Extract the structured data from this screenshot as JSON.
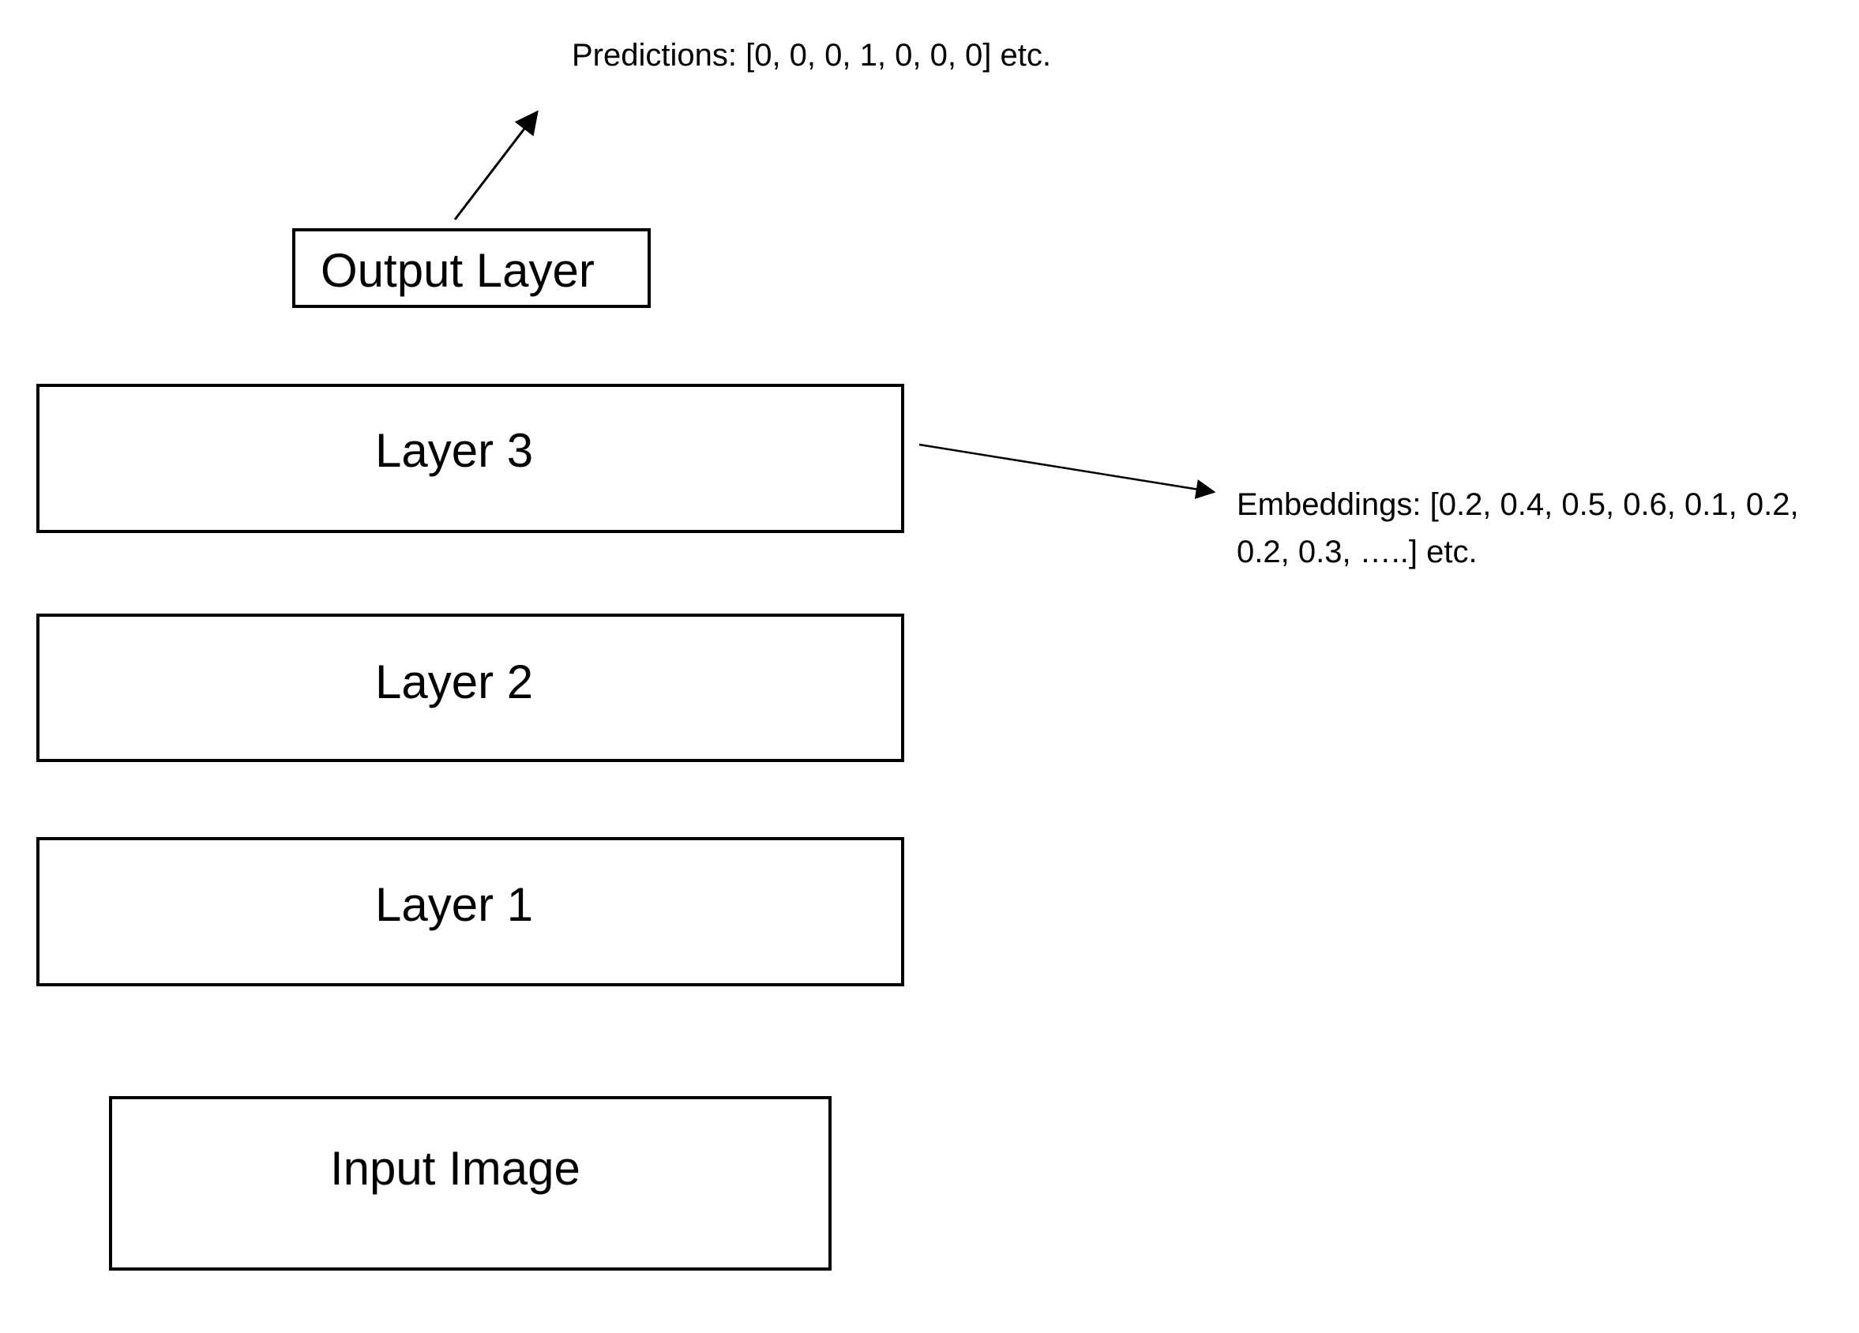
{
  "diagram": {
    "nodes": {
      "output_layer": {
        "label": "Output Layer"
      },
      "layer3": {
        "label": "Layer 3"
      },
      "layer2": {
        "label": "Layer 2"
      },
      "layer1": {
        "label": "Layer 1"
      },
      "input_image": {
        "label": "Input Image"
      }
    },
    "annotations": {
      "predictions": "Predictions: [0, 0, 0, 1, 0, 0, 0] etc.",
      "embeddings_line1": "Embeddings: [0.2, 0.4, 0.5, 0.6, 0.1, 0.2,",
      "embeddings_line2": "0.2, 0.3, …..] etc."
    },
    "edges": [
      {
        "from": "output_layer",
        "to": "predictions"
      },
      {
        "from": "layer3",
        "to": "embeddings"
      }
    ],
    "colors": {
      "stroke": "#000000",
      "background": "#ffffff"
    }
  }
}
